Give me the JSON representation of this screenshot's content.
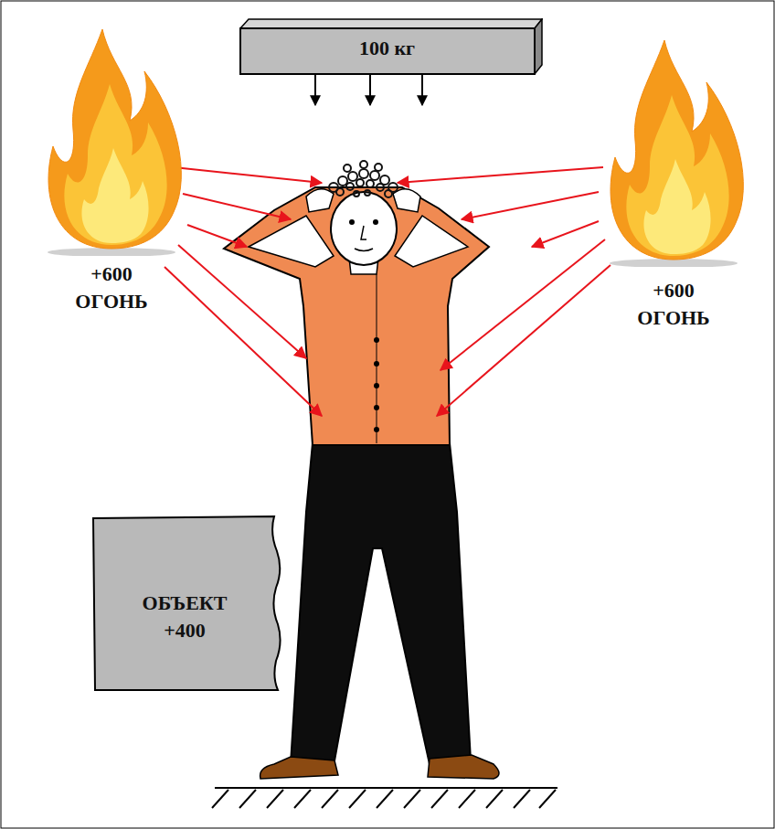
{
  "diagram": {
    "nodes": [
      {
        "text": [
          "100 кг"
        ]
      },
      {
        "text": [
          "+600 ОГОНЬ"
        ]
      },
      {
        "text": [
          "+600 ОГОНЬ"
        ]
      },
      {
        "text": [
          "ОБЪЕКТ +400"
        ]
      }
    ]
  }
}
